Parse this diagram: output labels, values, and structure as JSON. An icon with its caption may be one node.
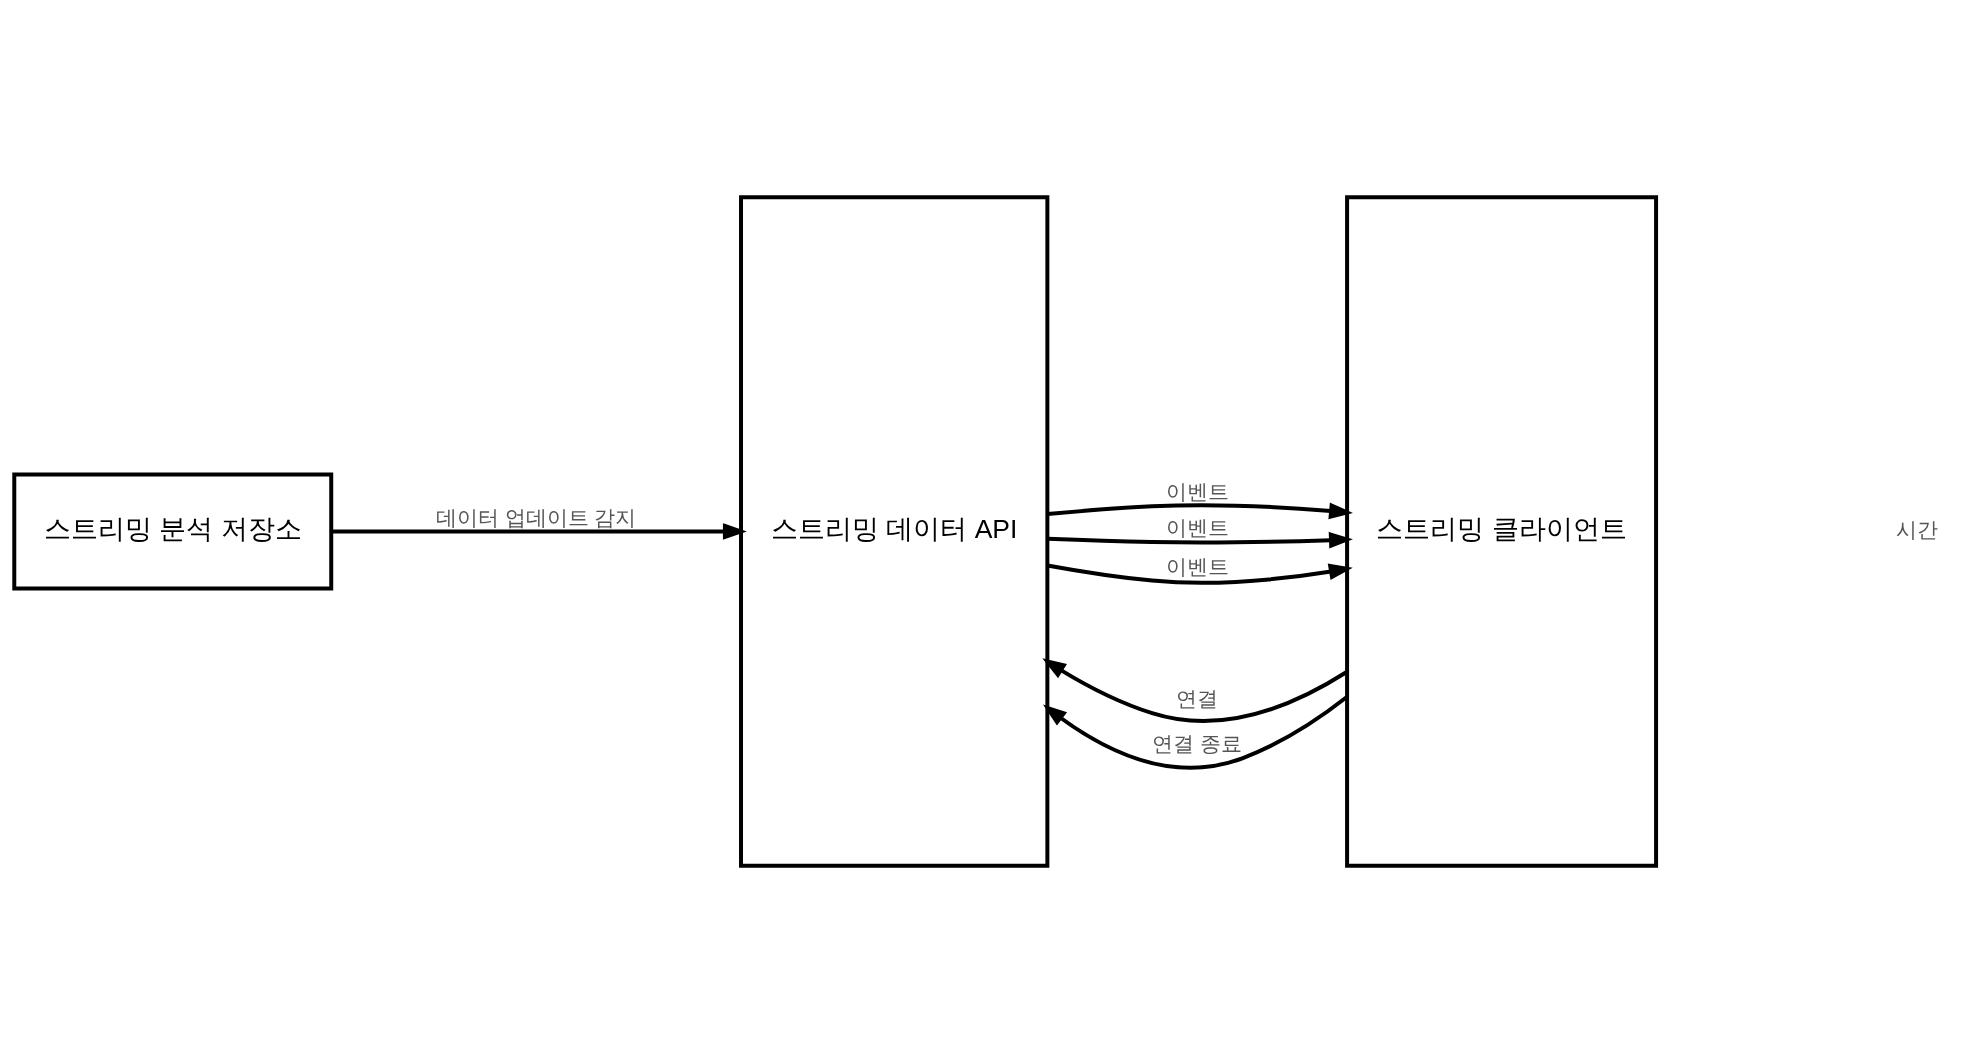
{
  "diagram": {
    "nodes": [
      {
        "text": [
          "스트리밍 분석 저장소"
        ]
      },
      {
        "text": [
          "스트리밍 데이터 API"
        ]
      },
      {
        "text": [
          "스트리밍 클라이언트"
        ]
      }
    ],
    "edges": [
      {
        "from": 0,
        "to": 1,
        "arrow": "to",
        "label": "데이터 업데이트 감지"
      },
      {
        "from": 2,
        "to": 1,
        "arrow": "to",
        "label": "연결"
      },
      {
        "from": 1,
        "to": 2,
        "arrow": "to",
        "label": "이벤트"
      },
      {
        "from": 1,
        "to": 2,
        "arrow": "to",
        "label": "이벤트"
      },
      {
        "from": 1,
        "to": 2,
        "arrow": "to",
        "label": "이벤트"
      },
      {
        "from": 2,
        "to": 1,
        "arrow": "to",
        "label": "연결 종료"
      }
    ],
    "labels": [
      "시간"
    ]
  }
}
